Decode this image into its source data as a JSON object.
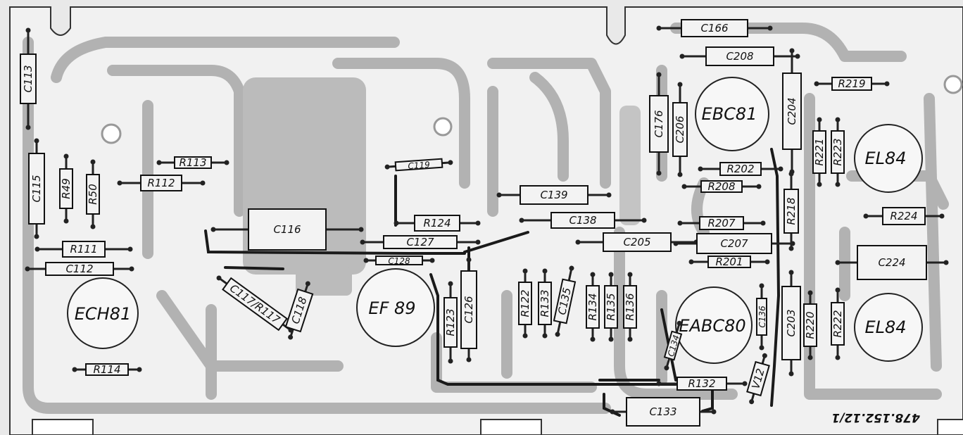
{
  "board": {
    "part_number": "478.152.12/1",
    "colors": {
      "background": "#e9e9e9",
      "traces": "#b2b2b2",
      "ink": "#111111",
      "part_fill": "#f3f3f3"
    }
  },
  "tubes": [
    {
      "id": "ech81",
      "label": "ECH81"
    },
    {
      "id": "ef89",
      "label": "EF 89"
    },
    {
      "id": "ebc81",
      "label": "EBC81"
    },
    {
      "id": "eabc80",
      "label": "EABC80"
    },
    {
      "id": "el84a",
      "label": "EL84"
    },
    {
      "id": "el84b",
      "label": "EL84"
    }
  ],
  "components": {
    "c113": "C113",
    "c115": "C115",
    "r49": "R49",
    "r50": "R50",
    "r111": "R111",
    "c112": "C112",
    "r114": "R114",
    "r112": "R112",
    "r113": "R113",
    "c116": "C116",
    "c117_r117": "C117/R117",
    "c118": "C118",
    "c119": "C119",
    "r124": "R124",
    "c127": "C127",
    "c128": "C128",
    "r123": "R123",
    "c126": "C126",
    "c139": "C139",
    "c138": "C138",
    "r122": "R122",
    "r133": "R133",
    "c135": "C135",
    "r134": "R134",
    "r135": "R135",
    "r136": "R136",
    "c205": "C205",
    "c176": "C176",
    "c206": "C206",
    "c166": "C166",
    "c208": "C208",
    "c204": "C204",
    "r219": "R219",
    "r202": "R202",
    "r208": "R208",
    "r207": "R207",
    "c207": "C207",
    "r201": "R201",
    "r218": "R218",
    "r221": "R221",
    "r223": "R223",
    "r224": "R224",
    "c224": "C224",
    "c136": "C136",
    "c134": "C134",
    "c203": "C203",
    "r220": "R220",
    "r222": "R222",
    "v12": "V12",
    "r132": "R132",
    "c133": "C133"
  }
}
